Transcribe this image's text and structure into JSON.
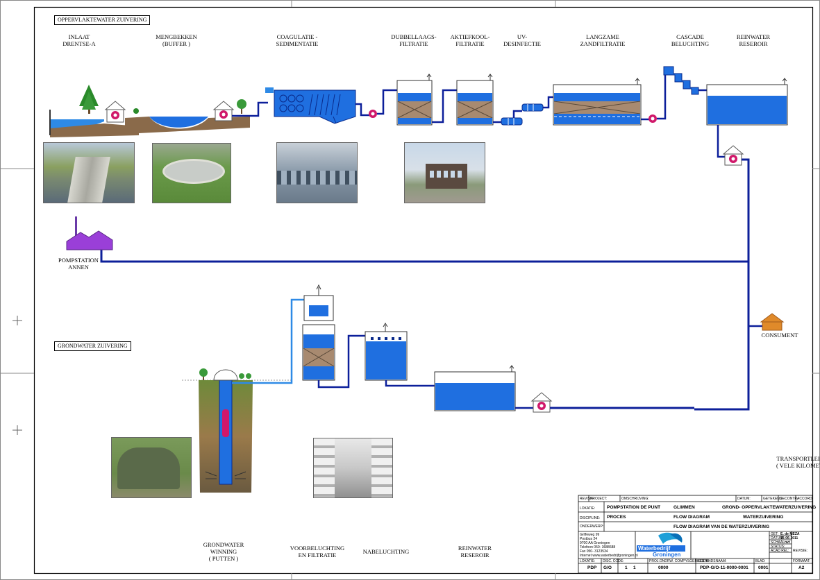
{
  "sections": {
    "surface_title": "OPPERVLAKTEWATER ZUIVERING",
    "ground_title": "GRONDWATER ZUIVERING"
  },
  "surface_steps": [
    {
      "line1": "INLAAT",
      "line2": "DRENTSE-A"
    },
    {
      "line1": "MENGBEKKEN",
      "line2": "(BUFFER )"
    },
    {
      "line1": "COAGULATIE -",
      "line2": "SEDIMENTATIE"
    },
    {
      "line1": "DUBBELLAAGS-",
      "line2": "FILTRATIE"
    },
    {
      "line1": "AKTIEFKOOL-",
      "line2": "FILTRATIE"
    },
    {
      "line1": "UV-",
      "line2": "DESINFECTIE"
    },
    {
      "line1": "LANGZAME",
      "line2": "ZANDFILTRATIE"
    },
    {
      "line1": "CASCADE",
      "line2": "BELUCHTING"
    },
    {
      "line1": "REINWATER",
      "line2": "RESEROIR"
    }
  ],
  "pompstation": {
    "line1": "POMPSTATION",
    "line2": "ANNEN"
  },
  "consument": "CONSUMENT",
  "transport": {
    "line1": "TRANSPORTLEIDI",
    "line2": "( VELE KILOMETE"
  },
  "ground_steps": [
    {
      "line1": "GRONDWATER",
      "line2": "WINNING",
      "line3": "( PUTTEN )"
    },
    {
      "line1": "VOORBELUCHTING",
      "line2": "EN FILTRATIE"
    },
    {
      "line1": "NABELUCHTING",
      "line2": ""
    },
    {
      "line1": "REINWATER",
      "line2": "RESEROIR"
    }
  ],
  "title_block": {
    "top_headers": [
      "REVISIE",
      "PROJECT:",
      "OMSCHRIJVING:",
      "DATUM:",
      "GETEKEND",
      "GECONTR.",
      "ACCORD."
    ],
    "locatie_label": "LOKATIE:",
    "locatie_value": "POMPSTATION DE PUNT",
    "place": "GLIMMEN",
    "project_desc": "GROND- OPPERVLAKTEWATERZUIVERING",
    "discipline_label": "DISCIPLINE:",
    "discipline_value": "PROCES",
    "drawing_type": "FLOW DIAGRAM",
    "subject": "WATERZUIVERING",
    "onderwerp_label": "ONDERWERP:",
    "onderwerp_value": "FLOW DIAGRAM VAN DE WATERZUIVERING",
    "address": [
      "Griffeweg 99",
      "Postbus 24",
      "9700 AA Groningen",
      "Telefoon 050- 3688688",
      "Fax 050- 3123534",
      "Internet www.waterbedrijfgroningen.nl"
    ],
    "logo_line1": "Waterbedrijf",
    "logo_line2": "Groningen",
    "meta": [
      {
        "label": "GET:",
        "value": "E. de MEZA"
      },
      {
        "label": "DATUM:",
        "value": "15-06-2011"
      },
      {
        "label": "SCHAAL:",
        "value": "nvt"
      },
      {
        "label": "STATUS:",
        "value": ""
      },
      {
        "label": "ACAD REL:",
        "value": ""
      }
    ],
    "revisie_label": "REVISIE:",
    "bottom_headers": [
      "LOKATIE:",
      "DISC. CODE:",
      "PROJ.ONDRW. COMPYSGER.CODE:",
      "BESTANDSNAAM:",
      "BLAD:",
      "",
      "FORMAAT:"
    ],
    "bottom_values": [
      "PDP",
      "G/O",
      "1",
      "1",
      "0000",
      "PDP-G/O-11-0000-0001",
      "0001",
      "",
      "A2"
    ]
  },
  "colors": {
    "water": "#1f6fe0",
    "water_dark": "#0b2a9a",
    "pipe": "#0c1f9a",
    "pump": "#d0186a",
    "pumpstation": "#9a3fd8",
    "consument": "#e08a2a",
    "soil": "#8a6a4a"
  }
}
